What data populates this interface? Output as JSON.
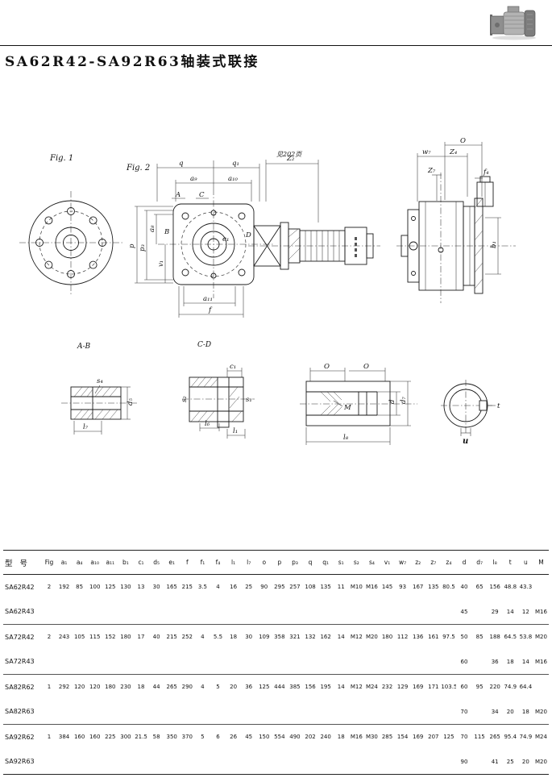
{
  "page": {
    "title": "SA62R42-SA92R63轴装式联接"
  },
  "drawing": {
    "fig1": "Fig. 1",
    "fig2": "Fig. 2",
    "note_top": "见202页",
    "section_ab": "A-B",
    "section_cd": "C-D",
    "dims": {
      "q": "q",
      "q1": "q₁",
      "z2": "Z₂",
      "a9": "a₉",
      "a10": "a₁₀",
      "A": "A",
      "B": "B",
      "C": "C",
      "D": "D",
      "e1": "e₁",
      "p": "p",
      "p3": "p₃",
      "a8": "a₈",
      "v1": "v₁",
      "a11": "a₁₁",
      "f": "f",
      "o_side": "O",
      "w7": "w₇",
      "z4": "Z₄",
      "z7": "Z₇",
      "f4": "f₄",
      "b1": "b₁",
      "s4": "s₄",
      "d5": "d₅",
      "l7": "l₇",
      "c1": "c₁",
      "s2": "s₂",
      "s1": "s₁",
      "l6": "l₆",
      "l1": "l₁",
      "o_left": "O",
      "o_right": "O",
      "M": "M",
      "d": "d",
      "d7": "d₇",
      "l8": "l₈",
      "t": "t",
      "u": "u"
    }
  },
  "table": {
    "headers": [
      "型 号",
      "Fig",
      "a₁",
      "a₄",
      "a₁₀",
      "a₁₁",
      "b₁",
      "c₁",
      "d₅",
      "e₁",
      "f",
      "f₁",
      "f₄",
      "l₁",
      "l₇",
      "o",
      "p",
      "p₃",
      "q",
      "q₁",
      "s₁",
      "s₂",
      "s₄",
      "v₁",
      "w₇",
      "z₂",
      "z₇",
      "z₄",
      "d",
      "d₇",
      "l₈",
      "t",
      "u",
      "M"
    ],
    "rows": [
      [
        "SA62R42",
        "2",
        "192",
        "85",
        "100",
        "125",
        "130",
        "13",
        "30",
        "165",
        "215",
        "3.5",
        "4",
        "16",
        "25",
        "90",
        "295",
        "257",
        "108",
        "135",
        "11",
        "M10",
        "M16",
        "145",
        "93",
        "167",
        "135",
        "80.5",
        "40",
        "65",
        "156",
        "48.8",
        "43.3",
        ""
      ],
      [
        "SA62R43",
        "",
        "",
        "",
        "",
        "",
        "",
        "",
        "",
        "",
        "",
        "",
        "",
        "",
        "",
        "",
        "",
        "",
        "",
        "",
        "",
        "",
        "",
        "",
        "",
        "",
        "",
        "",
        "45",
        "",
        "29",
        "14",
        "12",
        "M16"
      ],
      [
        "SA72R42",
        "2",
        "243",
        "105",
        "115",
        "152",
        "180",
        "17",
        "40",
        "215",
        "252",
        "4",
        "5.5",
        "18",
        "30",
        "109",
        "358",
        "321",
        "132",
        "162",
        "14",
        "M12",
        "M20",
        "180",
        "112",
        "136",
        "161",
        "97.5",
        "50",
        "85",
        "188",
        "64.5",
        "53.8",
        "M20"
      ],
      [
        "SA72R43",
        "",
        "",
        "",
        "",
        "",
        "",
        "",
        "",
        "",
        "",
        "",
        "",
        "",
        "",
        "",
        "",
        "",
        "",
        "",
        "",
        "",
        "",
        "",
        "",
        "",
        "",
        "",
        "60",
        "",
        "36",
        "18",
        "14",
        "M16"
      ],
      [
        "SA82R62",
        "1",
        "292",
        "120",
        "120",
        "180",
        "230",
        "18",
        "44",
        "265",
        "290",
        "4",
        "5",
        "20",
        "36",
        "125",
        "444",
        "385",
        "156",
        "195",
        "14",
        "M12",
        "M24",
        "232",
        "129",
        "169",
        "171",
        "103.5",
        "60",
        "95",
        "220",
        "74.9",
        "64.4",
        ""
      ],
      [
        "SA82R63",
        "",
        "",
        "",
        "",
        "",
        "",
        "",
        "",
        "",
        "",
        "",
        "",
        "",
        "",
        "",
        "",
        "",
        "",
        "",
        "",
        "",
        "",
        "",
        "",
        "",
        "",
        "",
        "70",
        "",
        "34",
        "20",
        "18",
        "M20"
      ],
      [
        "SA92R62",
        "1",
        "384",
        "160",
        "160",
        "225",
        "300",
        "21.5",
        "58",
        "350",
        "370",
        "5",
        "6",
        "26",
        "45",
        "150",
        "554",
        "490",
        "202",
        "240",
        "18",
        "M16",
        "M30",
        "285",
        "154",
        "169",
        "207",
        "125",
        "70",
        "115",
        "265",
        "95.4",
        "74.9",
        "M24"
      ],
      [
        "SA92R63",
        "",
        "",
        "",
        "",
        "",
        "",
        "",
        "",
        "",
        "",
        "",
        "",
        "",
        "",
        "",
        "",
        "",
        "",
        "",
        "",
        "",
        "",
        "",
        "",
        "",
        "",
        "",
        "90",
        "",
        "41",
        "25",
        "20",
        "M20"
      ]
    ]
  }
}
